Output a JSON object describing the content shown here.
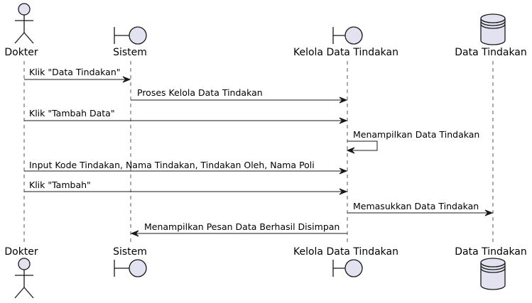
{
  "diagram": {
    "type": "sequence",
    "participants": [
      {
        "id": "dokter",
        "label": "Dokter",
        "kind": "actor"
      },
      {
        "id": "sistem",
        "label": "Sistem",
        "kind": "boundary"
      },
      {
        "id": "kelola",
        "label": "Kelola Data Tindakan",
        "kind": "boundary"
      },
      {
        "id": "data",
        "label": "Data Tindakan",
        "kind": "database"
      }
    ],
    "messages": [
      {
        "from": "dokter",
        "to": "sistem",
        "label": "Klik \"Data Tindakan\""
      },
      {
        "from": "sistem",
        "to": "kelola",
        "label": "Proses Kelola Data Tindakan"
      },
      {
        "from": "dokter",
        "to": "kelola",
        "label": "Klik \"Tambah Data\""
      },
      {
        "from": "kelola",
        "to": "kelola",
        "label": "Menampilkan Data Tindakan"
      },
      {
        "from": "dokter",
        "to": "kelola",
        "label": "Input Kode Tindakan, Nama Tindakan, Tindakan Oleh, Nama Poli"
      },
      {
        "from": "dokter",
        "to": "kelola",
        "label": "Klik \"Tambah\""
      },
      {
        "from": "kelola",
        "to": "data",
        "label": "Memasukkan Data Tindakan"
      },
      {
        "from": "kelola",
        "to": "sistem",
        "label": "Menampilkan Pesan Data Berhasil Disimpan"
      }
    ]
  }
}
